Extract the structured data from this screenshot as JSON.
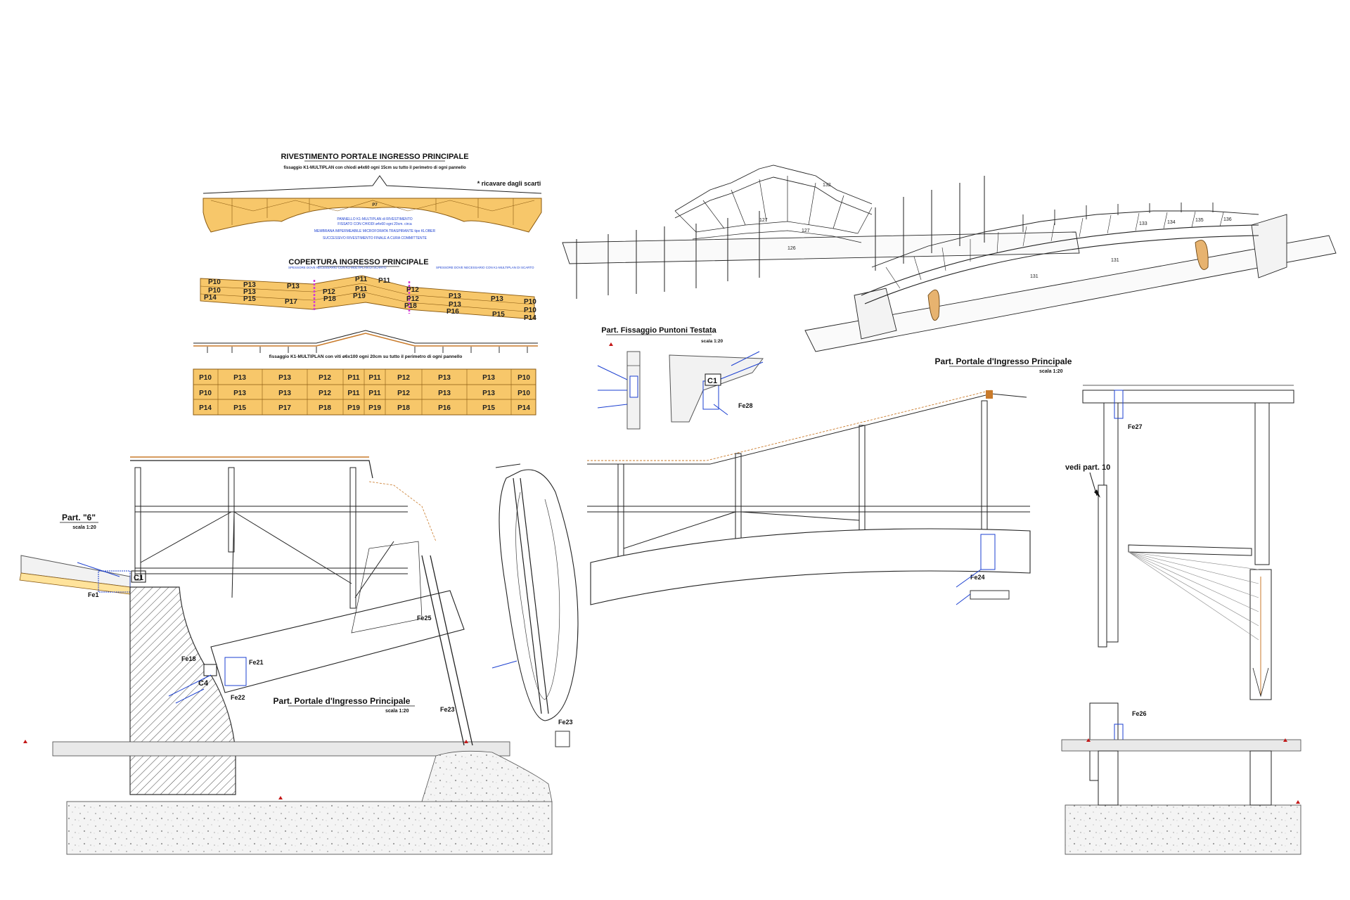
{
  "rivestimento": {
    "title": "RIVESTIMENTO PORTALE INGRESSO PRINCIPALE",
    "subtitle": "fissaggio K1-MULTIPLAN con chiodi ø4x60 ogni 15cm su tutto il perimetro di ogni pannello",
    "note_scarti": "* ricavare dagli scarti",
    "note_1": "PANNELLO K1-MULTIPLAN di RIVESTIMENTO",
    "note_2": "FISSATO CON CHIODI ø4x60 ogni 20cm. circa",
    "note_3": "MEMBRANA IMPERMEABILE MICROFORATA TRASPIRANTE tipo KLOBER",
    "note_4": "SUCCESSIVO RIVESTIMENTO FINALE A CURA COMMITTENTE",
    "center_label": "P7"
  },
  "copertura": {
    "title": "COPERTURA INGRESSO PRINCIPALE",
    "side_note_left": "SPESSORE DOVE NECESSARIO CON K1-MULTIPLAN DI SCARTO",
    "side_note_right": "SPESSORE DOVE NECESSARIO CON K1-MULTIPLAN DI SCARTO",
    "labels": [
      "P10",
      "P13",
      "P13",
      "P11",
      "P11",
      "P12",
      "P13",
      "P13",
      "P10",
      "P10",
      "P13",
      "P12",
      "P11",
      "P12",
      "P13",
      "P10",
      "P14",
      "P15",
      "P17",
      "P18",
      "P19",
      "P18",
      "P16",
      "P15",
      "P14"
    ],
    "subtitle": "fissaggio K1-MULTIPLAN con viti ø6x100 ogni 20cm su tutto il perimetro di ogni pannello",
    "grid": [
      [
        "P10",
        "P13",
        "P13",
        "P12",
        "P11",
        "P11",
        "P12",
        "P13",
        "P13",
        "P10"
      ],
      [
        "P10",
        "P13",
        "P13",
        "P12",
        "P11",
        "P11",
        "P12",
        "P13",
        "P13",
        "P10"
      ],
      [
        "P14",
        "P15",
        "P17",
        "P18",
        "P19",
        "P19",
        "P18",
        "P16",
        "P15",
        "P14"
      ]
    ]
  },
  "fissaggio": {
    "title": "Part. Fissaggio Puntoni Testata",
    "scale": "scala 1:20",
    "tag_c1": "C1",
    "tag_fe28": "Fe28"
  },
  "left_detail": {
    "part_title": "Part. \"6\"",
    "part_scale": "scala 1:20",
    "main_title": "Part. Portale d'Ingresso Principale",
    "main_scale": "scala 1:20",
    "tags": [
      "C1",
      "Fe1",
      "Fe18",
      "C4",
      "Fe21",
      "Fe22",
      "Fe25",
      "Fe23",
      "Fe23"
    ]
  },
  "right_detail": {
    "main_title": "Part. Portale d'Ingresso Principale",
    "main_scale": "scala 1:20",
    "tag_fe24": "Fe24",
    "vedi": "vedi part. 10",
    "tags": [
      "Fe27",
      "Fe26"
    ]
  },
  "iso_labels": [
    "131",
    "131",
    "127",
    "127",
    "126",
    "132",
    "133",
    "134",
    "135",
    "136"
  ],
  "colors": {
    "wood": "#f7c76a",
    "note_blue": "#1b3fd0",
    "red": "#c41818",
    "magenta": "#d13fd1"
  }
}
